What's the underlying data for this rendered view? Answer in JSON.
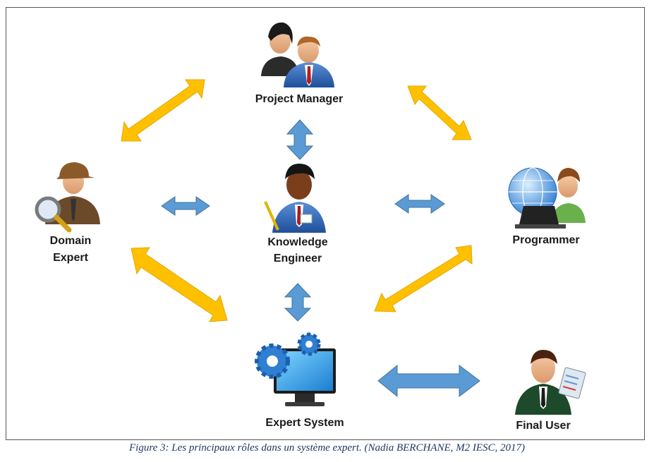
{
  "nodes": {
    "project_manager": {
      "label": "Project Manager"
    },
    "domain_expert": {
      "label_line1": "Domain",
      "label_line2": "Expert"
    },
    "knowledge_engineer": {
      "label_line1": "Knowledge",
      "label_line2": "Engineer"
    },
    "programmer": {
      "label": "Programmer"
    },
    "expert_system": {
      "label": "Expert System"
    },
    "final_user": {
      "label": "Final User"
    }
  },
  "caption": "Figure 3: Les principaux rôles dans un système expert. (Nadia BERCHANE, M2 IESC, 2017)",
  "colors": {
    "blue_arrow": "#5b9bd5",
    "gold_arrow": "#ffc000",
    "caption": "#1f3864"
  }
}
